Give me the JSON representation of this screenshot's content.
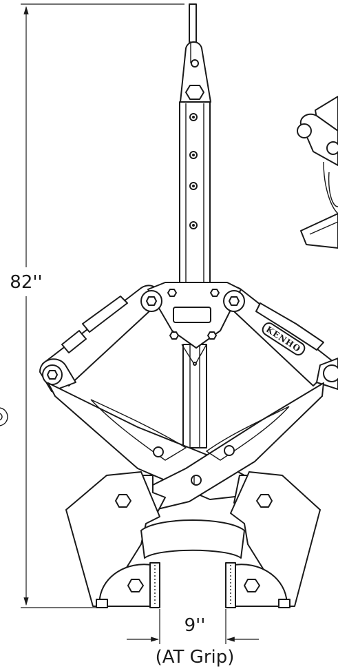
{
  "dimensions": {
    "height_label": "82''",
    "width_label": "9''",
    "width_note": "(AT Grip)"
  },
  "badge": {
    "brand": "KENHO"
  },
  "colors": {
    "line": "#1a1a1a",
    "fill": "#ffffff"
  }
}
